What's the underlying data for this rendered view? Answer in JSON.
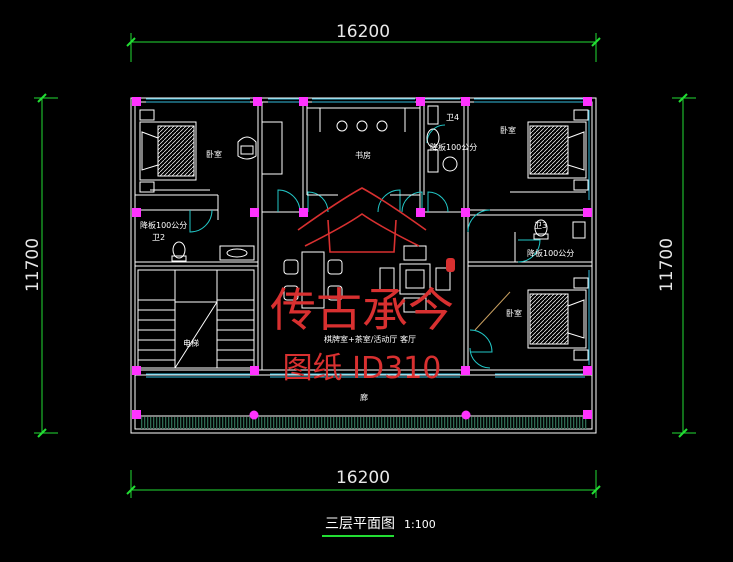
{
  "dimensions": {
    "top": "16200",
    "bottom": "16200",
    "left": "11700",
    "right": "11700"
  },
  "rooms": {
    "bedroom_nw": "卧室",
    "bedroom_ne": "卧室",
    "bedroom_e": "卧室",
    "study": "书房",
    "bath_ne": "卫4",
    "bath_w": "卫2",
    "bath_e": "卫3",
    "drop_ne": "降板100公分",
    "drop_w": "降板100公分",
    "drop_e": "降板100公分",
    "elevator": "电梯",
    "living": "棋牌室+茶室/活动厅 客厅",
    "balcony": "廊"
  },
  "watermark": {
    "brand": "传古承今",
    "code": "图纸 ID310"
  },
  "title": {
    "text": "三层平面图",
    "scale": "1:100"
  },
  "colors": {
    "dim_line": "#22dd33",
    "wall": "#ffffff",
    "window": "#33bbdd",
    "door": "#22c6c6",
    "grip": "#ff33ff",
    "watermark": "#d83030",
    "balcony_rail": "#2e6a52",
    "title_underline": "#22dd33"
  }
}
